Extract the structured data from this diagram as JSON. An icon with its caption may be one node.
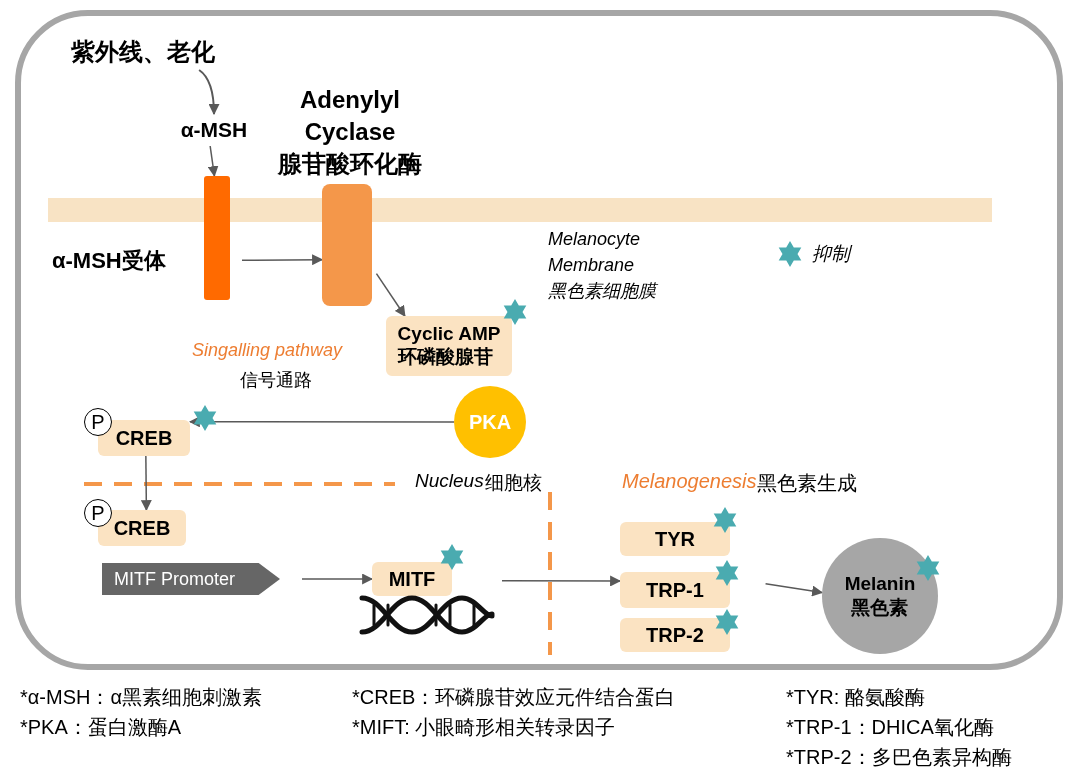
{
  "diagram": {
    "nodes": [
      {
        "text": [
          "紫外线、老化"
        ]
      },
      {
        "text": [
          "α-MSH"
        ]
      },
      {
        "text": [
          "α-MSH受体"
        ]
      },
      {
        "text": [
          "Adenylyl Cyclase",
          "腺苷酸环化酶"
        ]
      },
      {
        "text": [
          "Cyclic AMP",
          "环磷酸腺苷"
        ]
      },
      {
        "text": [
          "PKA"
        ]
      },
      {
        "text": [
          "CREB"
        ]
      },
      {
        "text": [
          "CREB"
        ]
      },
      {
        "text": [
          "MITF Promoter"
        ]
      },
      {
        "text": [
          "MITF"
        ]
      },
      {
        "text": [
          "TYR"
        ]
      },
      {
        "text": [
          "TRP-1"
        ]
      },
      {
        "text": [
          "TRP-2"
        ]
      },
      {
        "text": [
          "Melanin",
          "黑色素"
        ]
      },
      {
        "text": [],
        "shape": "band",
        "beside": [
          "Melanocyte Membrane 黑色素细胞膜"
        ]
      }
    ],
    "edges": [
      {
        "from": 0,
        "to": 1,
        "arrow": "to"
      },
      {
        "from": 1,
        "to": 2,
        "arrow": "to"
      },
      {
        "from": 2,
        "to": 3,
        "arrow": "to"
      },
      {
        "from": 3,
        "to": 4,
        "arrow": "to"
      },
      {
        "from": 5,
        "to": 6,
        "arrow": "to"
      },
      {
        "from": 6,
        "to": 7,
        "arrow": "to"
      },
      {
        "from": 8,
        "to": 9,
        "arrow": "to"
      },
      {
        "from": 9,
        "to": 11,
        "arrow": "to"
      },
      {
        "from": 11,
        "to": 13,
        "arrow": "to"
      }
    ],
    "labels": [
      "Singalling pathway",
      "信号通路",
      "P",
      "P",
      "Nucleus",
      "细胞核",
      "Melanogenesis",
      "黑色素生成",
      "*α-MSH：α黑素细胞刺激素",
      "*CREB：环磷腺苷效应元件结合蛋白",
      "*TYR: 酪氨酸酶",
      "*PKA：蛋白激酶A",
      "*MIFT: 小眼畸形相关转录因子",
      "*TRP-1：DHICA氧化酶",
      "*TRP-2：多巴色素异构酶"
    ],
    "legend": [
      {
        "text": "抑制"
      }
    ]
  }
}
